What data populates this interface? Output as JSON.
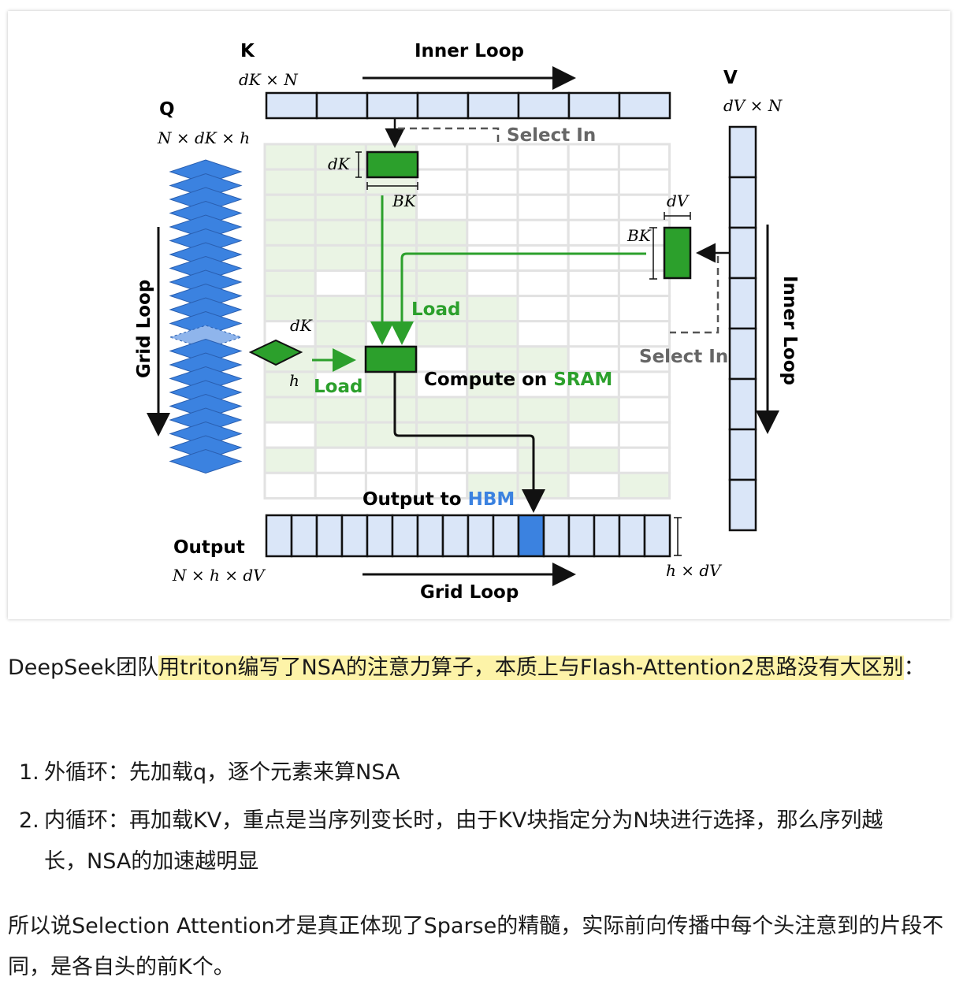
{
  "diagram": {
    "k_label": "K",
    "k_dim": "dK × N",
    "inner_loop_top": "Inner Loop",
    "v_label": "V",
    "v_dim": "dV × N",
    "inner_loop_right": "Inner Loop",
    "q_label": "Q",
    "q_dim": "N × dK × h",
    "grid_loop_left": "Grid Loop",
    "select_in_top": "Select In",
    "select_in_right": "Select In",
    "dk": "dK",
    "bk": "BK",
    "dv": "dV",
    "h": "h",
    "load_1": "Load",
    "load_2": "Load",
    "compute_prefix": "Compute on ",
    "compute_accent": "SRAM",
    "output_prefix": "Output to ",
    "output_accent": "HBM",
    "output_label": "Output",
    "output_dim": "N × h × dV",
    "out_block_dim": "h × dV",
    "grid_loop_bottom": "Grid Loop",
    "colors": {
      "block": "#dae6f8",
      "green": "#2ca02c",
      "blue": "#3b82e0",
      "shade": "#eaf4e4"
    }
  },
  "text": {
    "p1_plain": "DeepSeek团队",
    "p1_highlight": "用triton编写了NSA的注意力算子，本质上与Flash-Attention2思路没有大区别",
    "p1_end": "：",
    "items": [
      {
        "num": "1.",
        "text": "外循环：先加载q，逐个元素来算NSA"
      },
      {
        "num": "2.",
        "text": "内循环：再加载KV，重点是当序列变长时，由于KV块指定分为N块进行选择，那么序列越",
        "cont": "长，NSA的加速越明显"
      }
    ],
    "p2": "所以说Selection Attention才是真正体现了Sparse的精髓，实际前向传播中每个头注意到的片段不同，是各自头的前K个。"
  }
}
